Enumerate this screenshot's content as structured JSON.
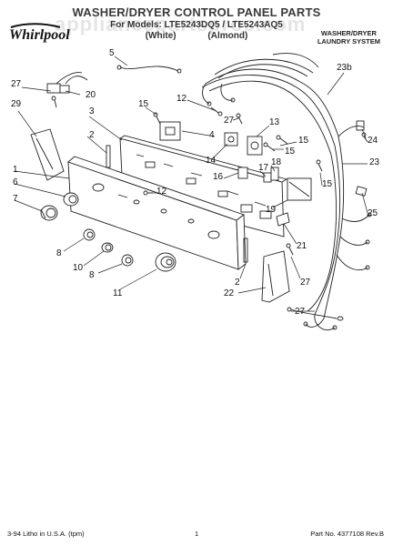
{
  "header": {
    "title": "WASHER/DRYER CONTROL PANEL PARTS",
    "models": "For Models: LTE5243DQ5 / LTE5243AQ5",
    "color_left": "(White)",
    "color_right": "(Almond)",
    "brand": "Whirlpool",
    "system_line1": "WASHER/DRYER",
    "system_line2": "LAUNDRY SYSTEM",
    "watermark": "appliancepartspros.com"
  },
  "callouts": [
    {
      "id": "c5",
      "label": "5"
    },
    {
      "id": "c27a",
      "label": "27"
    },
    {
      "id": "c20",
      "label": "20"
    },
    {
      "id": "c29",
      "label": "29"
    },
    {
      "id": "c12a",
      "label": "12"
    },
    {
      "id": "c3",
      "label": "3"
    },
    {
      "id": "c15a",
      "label": "15"
    },
    {
      "id": "c27b",
      "label": "27"
    },
    {
      "id": "c23b",
      "label": "23b"
    },
    {
      "id": "c13",
      "label": "13"
    },
    {
      "id": "c2a",
      "label": "2"
    },
    {
      "id": "c4",
      "label": "4"
    },
    {
      "id": "c15b",
      "label": "15"
    },
    {
      "id": "c15c",
      "label": "15"
    },
    {
      "id": "c14",
      "label": "14"
    },
    {
      "id": "c1",
      "label": "1"
    },
    {
      "id": "c6",
      "label": "6"
    },
    {
      "id": "c7",
      "label": "7"
    },
    {
      "id": "c12b",
      "label": "12"
    },
    {
      "id": "c16",
      "label": "16"
    },
    {
      "id": "c17",
      "label": "17"
    },
    {
      "id": "c18",
      "label": "18"
    },
    {
      "id": "c24",
      "label": "24"
    },
    {
      "id": "c23",
      "label": "23"
    },
    {
      "id": "c15d",
      "label": "15"
    },
    {
      "id": "c19",
      "label": "19"
    },
    {
      "id": "c25",
      "label": "25"
    },
    {
      "id": "c8a",
      "label": "8"
    },
    {
      "id": "c21",
      "label": "21"
    },
    {
      "id": "c10",
      "label": "10"
    },
    {
      "id": "c8b",
      "label": "8"
    },
    {
      "id": "c2b",
      "label": "2"
    },
    {
      "id": "c27c",
      "label": "27"
    },
    {
      "id": "c11",
      "label": "11"
    },
    {
      "id": "c22",
      "label": "22"
    },
    {
      "id": "c27d",
      "label": "27"
    }
  ],
  "footer": {
    "left": "3-94 Litho in U.S.A. (tpm)",
    "page": "1",
    "part_number": "Part No. 4377108 Rev.B"
  }
}
